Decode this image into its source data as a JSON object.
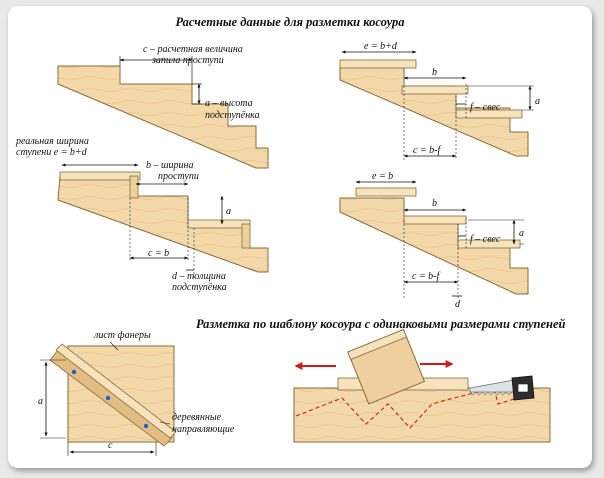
{
  "titles": {
    "top": "Расчетные данные для разметки косоура",
    "bottom": "Разметка по шаблону косоура с одинаковыми размерами ступеней"
  },
  "fig1": {
    "c_line1": "c – расчетная величина",
    "c_line2": "запила проступи",
    "a_line1": "a – высота",
    "a_line2": "подступёнка"
  },
  "fig2": {
    "width_line1": "реальная ширина",
    "width_line2": "ступени   e = b+d",
    "b_line1": "b – ширина",
    "b_line2": "проступи",
    "a": "a",
    "c": "c = b",
    "d_line1": "d – толщина",
    "d_line2": "подступёнка"
  },
  "fig3": {
    "e": "e = b+d",
    "b": "b",
    "f": "f – свес",
    "c": "c = b-f",
    "a": "a"
  },
  "fig4": {
    "e": "e = b",
    "b": "b",
    "f": "f – свес",
    "c": "c = b-f",
    "a": "a",
    "d": "d"
  },
  "fig5": {
    "sheet": "лист фанеры",
    "guides_line1": "деревянные",
    "guides_line2": "направляющие",
    "a": "a",
    "c": "c"
  },
  "colors": {
    "wood": "#f3d9a9",
    "wood_dark": "#e2bd82",
    "outline": "#8a6a3c",
    "arrow_red": "#d21a1a",
    "dot_blue": "#1d5fd0"
  }
}
